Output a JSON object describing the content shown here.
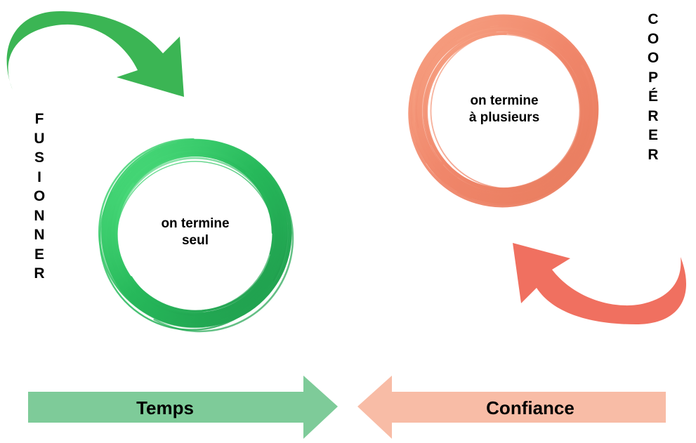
{
  "left": {
    "circle_label_line1": "on termine",
    "circle_label_line2": "seul",
    "vertical_word": "FUSIONNER",
    "color": "#2fc46a",
    "arrow_color": "#3bb554",
    "bar_label": "Temps",
    "bar_color": "#7ecb99"
  },
  "right": {
    "circle_label_line1": "on termine",
    "circle_label_line2": "à plusieurs",
    "vertical_word": "COOPÉRER",
    "color": "#f08a6e",
    "arrow_color": "#f07060",
    "bar_label": "Confiance",
    "bar_color": "#f8bca6"
  }
}
